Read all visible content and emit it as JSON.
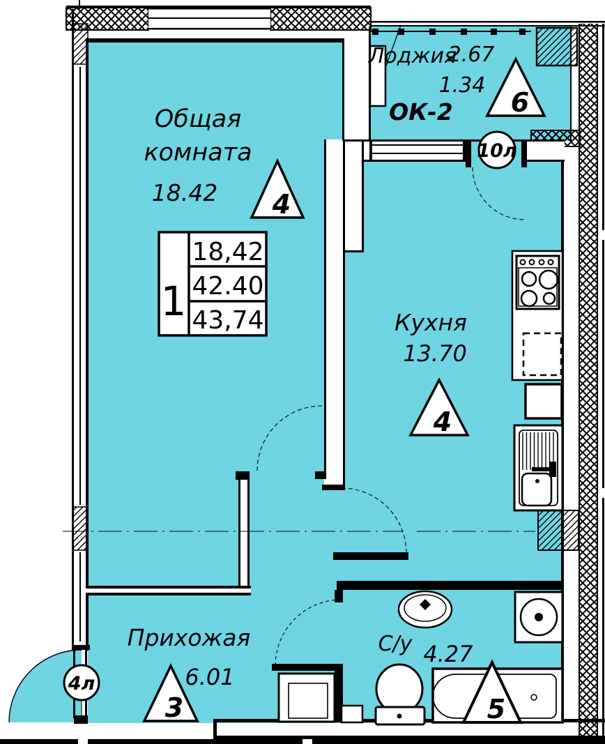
{
  "plan": {
    "rooms": {
      "living": {
        "name_line1": "Общая",
        "name_line2": "комната",
        "area": "18.42",
        "vent_marker": "4"
      },
      "kitchen": {
        "name": "Кухня",
        "area": "13.70",
        "vent_marker": "4"
      },
      "hallway": {
        "name": "Прихожая",
        "area": "6.01",
        "vent_marker": "3"
      },
      "bathroom": {
        "name": "С/у",
        "area": "4.27",
        "vent_marker": "5"
      },
      "loggia": {
        "name": "Лоджия",
        "area_full": "2.67",
        "area_half": "1.34",
        "window_mark": "ОК-2",
        "vent_marker": "6"
      }
    },
    "door_marks": {
      "balcony": "10л",
      "entrance": "4л"
    },
    "area_table": {
      "rooms_count": "1",
      "living_area": "18,42",
      "area_no_loggia": "42.40",
      "total_area": "43,74"
    },
    "colors": {
      "room_fill": "#6fd5e3",
      "line": "#000000",
      "paper": "#ffffff"
    }
  }
}
